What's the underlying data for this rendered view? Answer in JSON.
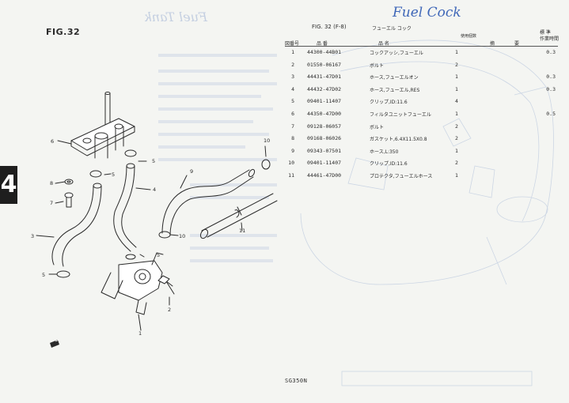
{
  "figure": {
    "label": "FIG.32",
    "section_number": "4",
    "footer_code": "SG350N"
  },
  "annotation": {
    "handwritten_title": "Fuel Cock",
    "bleed_through_text": "Fuel Tank"
  },
  "table_header": {
    "fig_ref": "FIG. 32  (F-8)",
    "group_name": "フューエル コック",
    "col_ref": "図番号",
    "col_part_no": "品    番",
    "col_part_name": "品          名",
    "col_qty": "使用個数",
    "col_remark1": "摘",
    "col_remark2": "要",
    "col_rate_top": "標 準",
    "col_rate_bottom": "作業時間"
  },
  "parts": [
    {
      "ref": "1",
      "part_no": "44300-44B01",
      "name": "コックアッシ,フューエル",
      "qty": "1",
      "rate": "0.3"
    },
    {
      "ref": "2",
      "part_no": "01550-06167",
      "name": "ボルト",
      "qty": "2",
      "rate": ""
    },
    {
      "ref": "3",
      "part_no": "44431-47D01",
      "name": "ホース,フューエルオン",
      "qty": "1",
      "rate": "0.3"
    },
    {
      "ref": "4",
      "part_no": "44432-47D02",
      "name": "ホース,フューエル,RES",
      "qty": "1",
      "rate": "0.3"
    },
    {
      "ref": "5",
      "part_no": "09401-11407",
      "name": "クリップ,ID:11.6",
      "qty": "4",
      "rate": ""
    },
    {
      "ref": "6",
      "part_no": "44350-47D00",
      "name": "フィルタユニットフューエル",
      "qty": "1",
      "rate": "0.5"
    },
    {
      "ref": "7",
      "part_no": "09128-06057",
      "name": "ボルト",
      "qty": "2",
      "rate": ""
    },
    {
      "ref": "8",
      "part_no": "09168-06026",
      "name": "ガスケット,6.4X11.5X0.8",
      "qty": "2",
      "rate": ""
    },
    {
      "ref": "9",
      "part_no": "09343-07501",
      "name": "ホース,L:350",
      "qty": "1",
      "rate": ""
    },
    {
      "ref": "10",
      "part_no": "09401-11407",
      "name": "クリップ,ID:11.6",
      "qty": "2",
      "rate": ""
    },
    {
      "ref": "11",
      "part_no": "44461-47D00",
      "name": "プロテクタ,フューエルホース",
      "qty": "1",
      "rate": ""
    }
  ],
  "diagram_callouts": [
    "6",
    "5",
    "5",
    "4",
    "8",
    "7",
    "3",
    "5",
    "9",
    "10",
    "10",
    "5",
    "11",
    "2",
    "1"
  ],
  "colors": {
    "paper": "#f4f5f2",
    "ink": "#2b2b2b",
    "pen_blue": "#3f67b8",
    "bleed_blue": "#b9c6dd"
  }
}
